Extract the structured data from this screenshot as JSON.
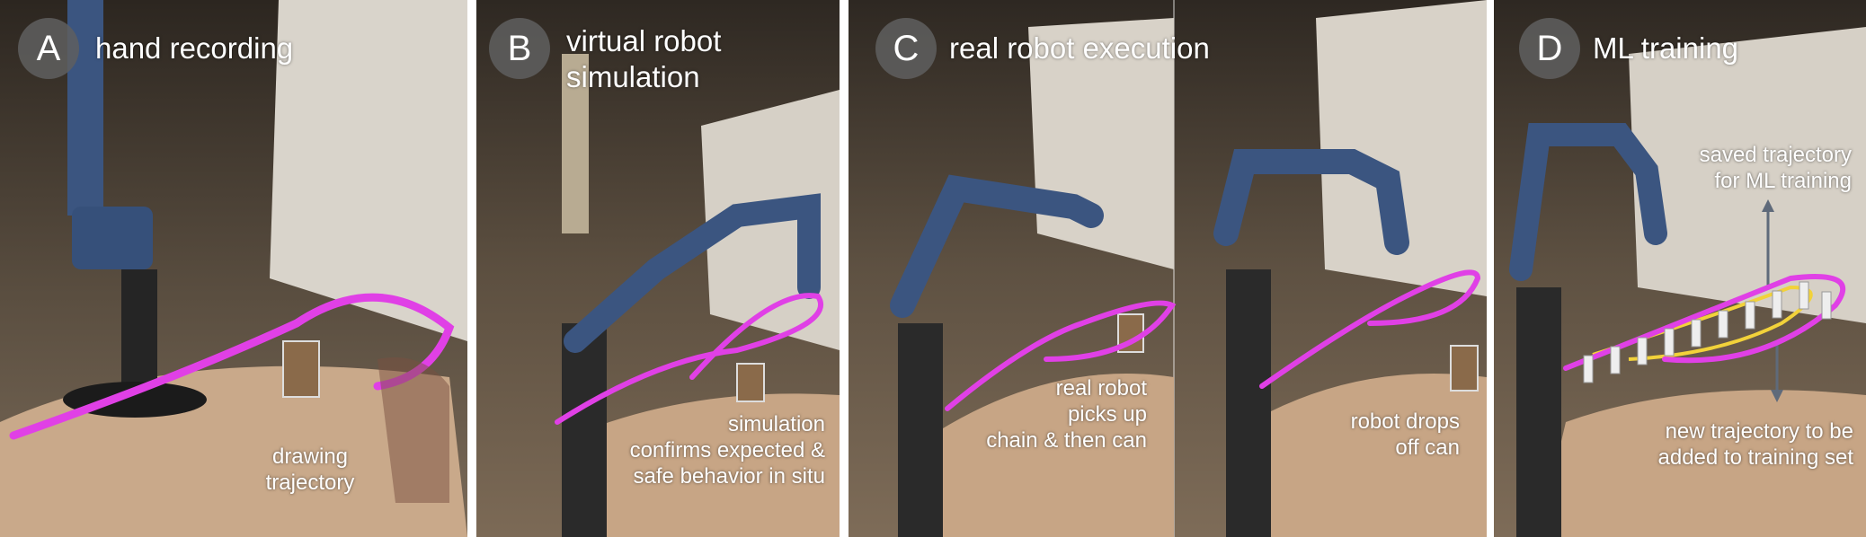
{
  "panels": [
    {
      "letter": "A",
      "title": "hand recording",
      "captions": [
        "drawing\ntrajectory"
      ]
    },
    {
      "letter": "B",
      "title": "virtual robot\nsimulation",
      "captions": [
        "simulation\nconfirms expected &\nsafe behavior in situ"
      ]
    },
    {
      "letter": "C",
      "title": "real robot execution",
      "captions": [
        "real robot\npicks up\nchain & then can",
        "robot drops\noff can"
      ]
    },
    {
      "letter": "D",
      "title": "ML training",
      "captions": [
        "saved trajectory\nfor ML training",
        "new trajectory to be\nadded to training set"
      ]
    }
  ],
  "colors": {
    "trajectory": "#e040e6",
    "saved_trajectory": "#f2d23a",
    "badge": "#5f5f5f"
  }
}
